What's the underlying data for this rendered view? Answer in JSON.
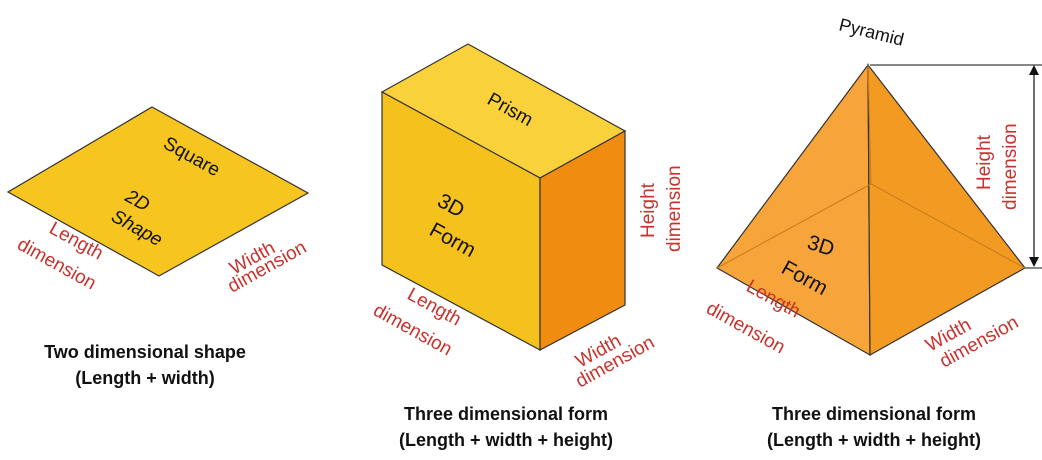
{
  "colors": {
    "square_fill": "#f7c520",
    "prism_top": "#f9d13a",
    "prism_front": "#f5c11c",
    "prism_side": "#f08d10",
    "pyramid_light": "#fbb54a",
    "pyramid_mid": "#f7a53a",
    "pyramid_dark": "#f39a22",
    "label_red": "#c8332e",
    "edge": "#333333"
  },
  "square": {
    "name": "Square",
    "inner_line1": "2D",
    "inner_line2": "Shape",
    "length_line1": "Length",
    "length_line2": "dimension",
    "width_line1": "Width",
    "width_line2": "dimension",
    "caption_line1": "Two dimensional shape",
    "caption_line2": "(Length + width)"
  },
  "prism": {
    "name": "Prism",
    "inner_line1": "3D",
    "inner_line2": "Form",
    "height_line1": "Height",
    "height_line2": "dimension",
    "length_line1": "Length",
    "length_line2": "dimension",
    "width_line1": "Width",
    "width_line2": "dimension",
    "caption_line1": "Three dimensional form",
    "caption_line2": "(Length + width + height)"
  },
  "pyramid": {
    "name": "Pyramid",
    "inner_line1": "3D",
    "inner_line2": "Form",
    "height_line1": "Height",
    "height_line2": "dimension",
    "length_line1": "Length",
    "length_line2": "dimension",
    "width_line1": "Width",
    "width_line2": "dimension",
    "caption_line1": "Three dimensional form",
    "caption_line2": "(Length + width + height)"
  }
}
